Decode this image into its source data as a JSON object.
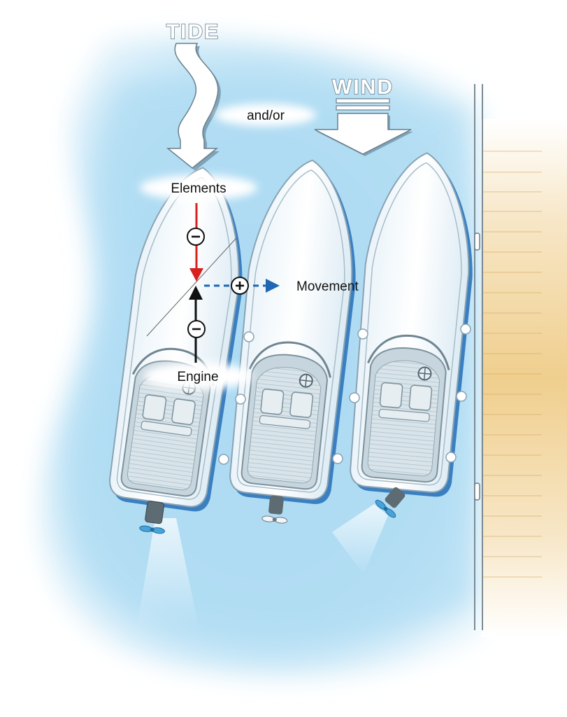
{
  "labels": {
    "tide": "TIDE",
    "wind": "WIND",
    "andor": "and/or",
    "elements": "Elements",
    "movement": "Movement",
    "engine": "Engine"
  },
  "symbols": {
    "minus": "−",
    "plus": "+"
  },
  "colors": {
    "water": "#b9e0f5",
    "water_deep": "#8fcdee",
    "dock": "#f3d8a6",
    "elements_arrow": "#d9201f",
    "engine_arrow": "#111111",
    "movement_arrow": "#1f66b5",
    "hull_shadow": "#3a7fc0"
  },
  "icons": [
    "wavy-tide-arrow-icon",
    "wind-arrow-icon",
    "minus-circle-icon",
    "plus-circle-icon",
    "propeller-icon",
    "fender-icon"
  ]
}
